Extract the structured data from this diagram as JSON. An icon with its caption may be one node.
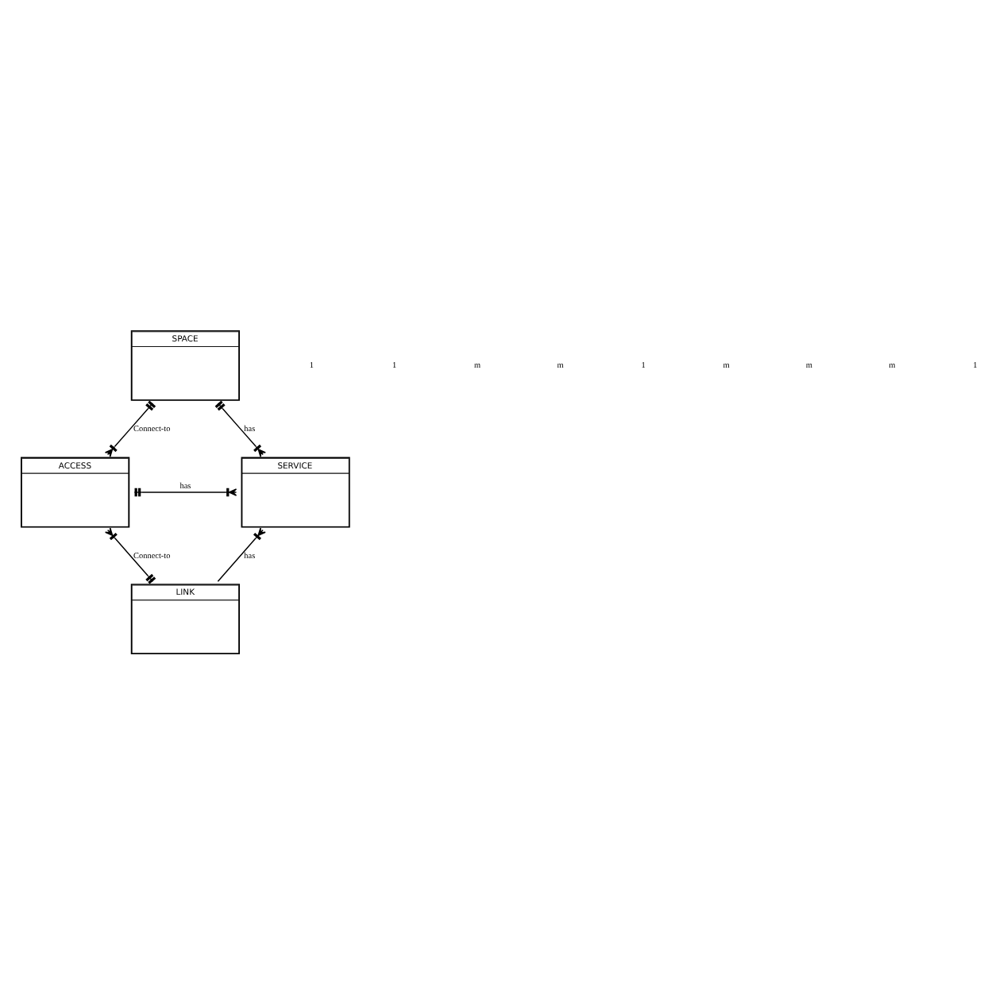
{
  "diagram": {
    "nodes": [
      {
        "text": [
          "SPACE"
        ]
      },
      {
        "text": [
          "ACCESS"
        ]
      },
      {
        "text": [
          "SERVICE"
        ]
      },
      {
        "text": [
          "LINK"
        ]
      }
    ],
    "edges": [
      {
        "from": 0,
        "to": 2,
        "arrow": "other",
        "label": "has"
      },
      {
        "from": 0,
        "to": 1,
        "arrow": "other",
        "label": "Connect-to"
      },
      {
        "from": 1,
        "to": 2,
        "arrow": "other",
        "label": "has"
      },
      {
        "from": 1,
        "to": 3,
        "arrow": "other",
        "label": "Connect-to"
      },
      {
        "from": 3,
        "to": 2,
        "arrow": "other",
        "label": "has"
      }
    ],
    "labels": [
      "1",
      "1",
      "m",
      "m",
      "1",
      "m",
      "m",
      "m",
      "1"
    ]
  }
}
